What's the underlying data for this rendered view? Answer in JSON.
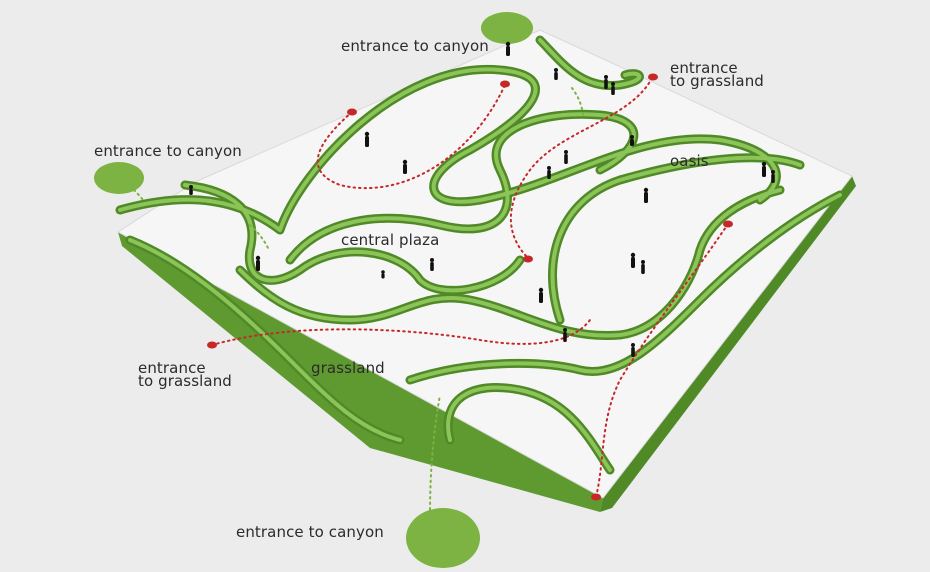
{
  "labels": {
    "entrance_canyon_top": "entrance to canyon",
    "entrance_canyon_left": "entrance to canyon",
    "entrance_canyon_bottom": "entrance to canyon",
    "entrance_grassland_top": "entrance\nto grassland",
    "entrance_grassland_left": "entrance\nto grassland",
    "central_plaza": "central plaza",
    "oasis": "oasis",
    "grassland": "grassland"
  },
  "colors": {
    "background": "#ececec",
    "platform": "#f7f7f7",
    "wall_green": "#6aa83a",
    "wall_green_dark": "#4f8a27",
    "canyon_marker": "#7cb342",
    "path_red": "#c62828",
    "path_green": "#7cb342",
    "figure": "#111111",
    "text": "#2b2b2b"
  }
}
